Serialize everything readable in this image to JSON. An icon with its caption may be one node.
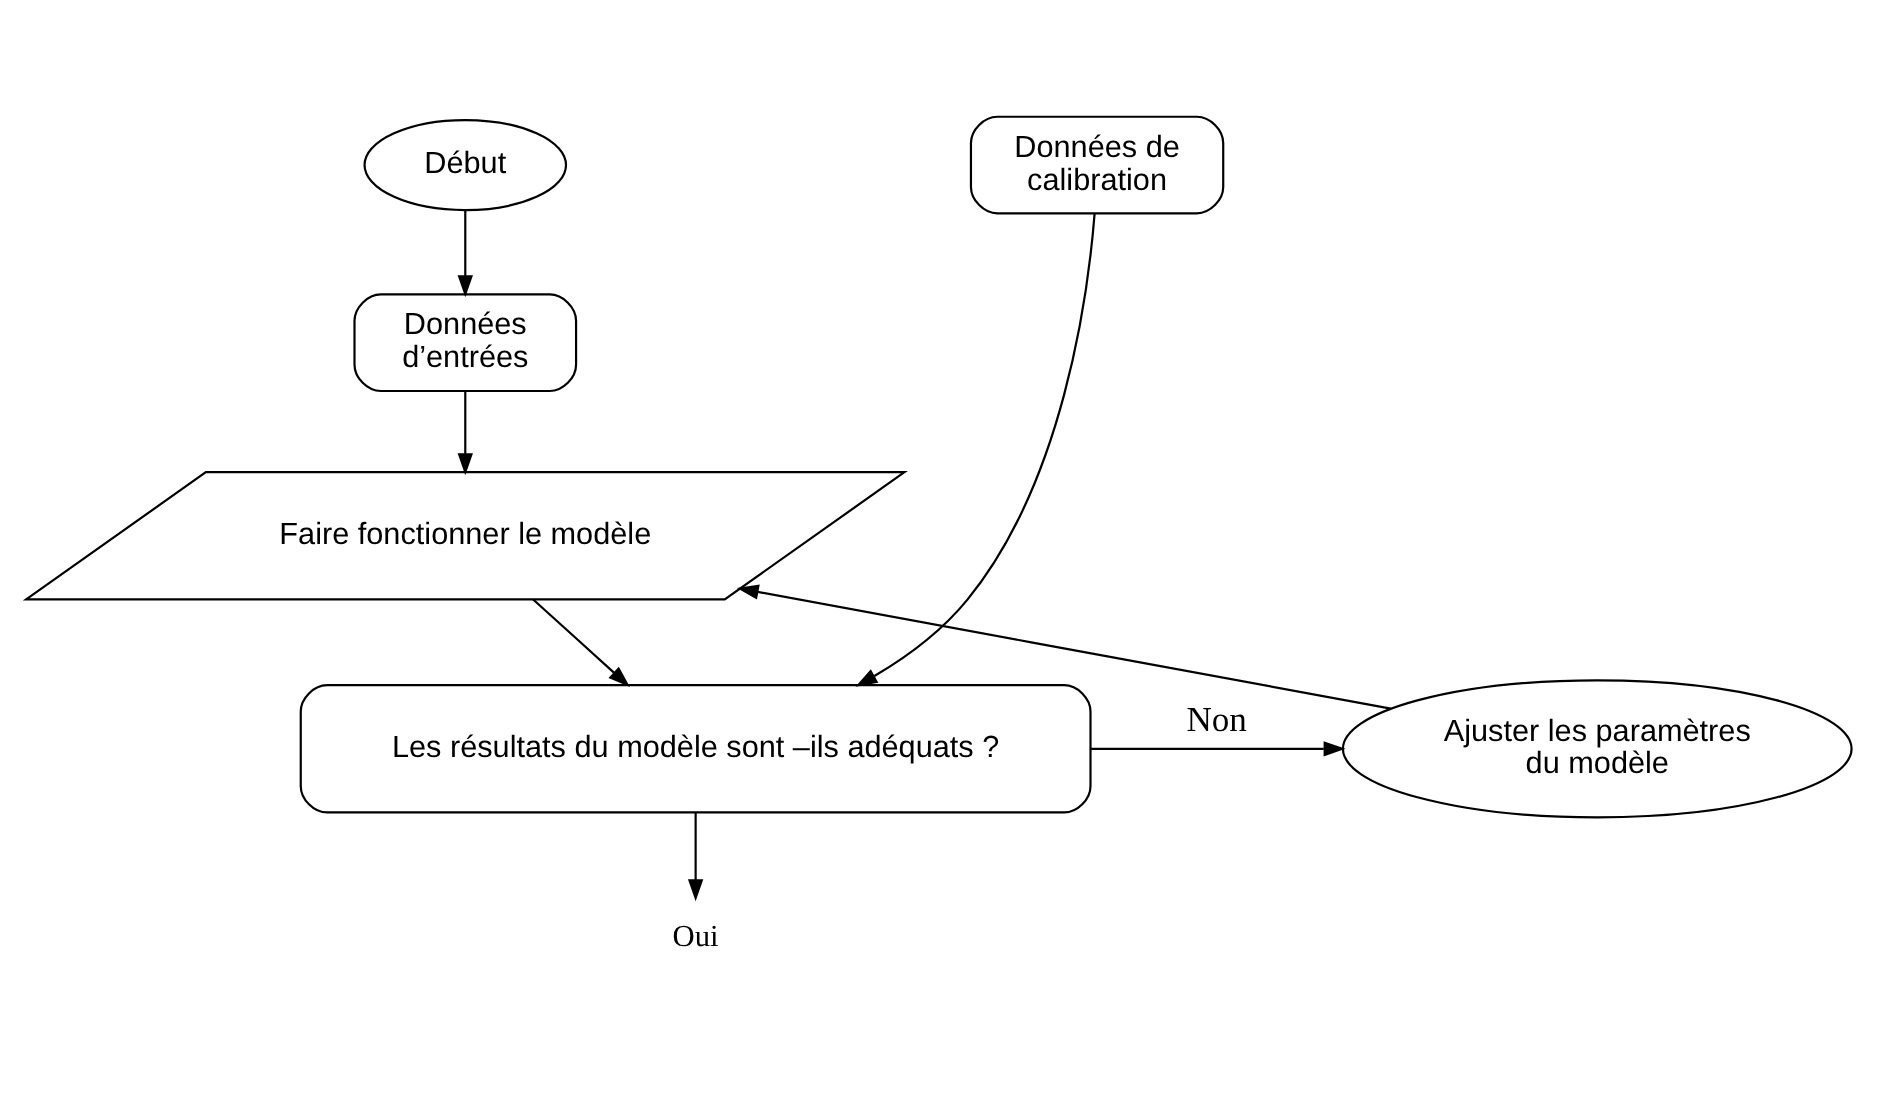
{
  "diagram": {
    "nodes": [
      {
        "text": [
          "Début"
        ]
      },
      {
        "text": [
          "Données d’entrées"
        ]
      },
      {
        "text": [
          "Données de calibration"
        ]
      },
      {
        "text": [
          "Faire fonctionner le modèle"
        ]
      },
      {
        "text": [
          "Ajuster les paramètres du modèle"
        ]
      },
      {
        "text": [
          "Les résultats du modèle sont –ils adéquats ?"
        ]
      },
      {
        "text": [
          "Oui"
        ]
      }
    ],
    "edges": [
      {
        "from": 0,
        "to": 1,
        "arrow": "to"
      },
      {
        "from": 1,
        "to": 3,
        "arrow": "to"
      },
      {
        "from": 2,
        "to": 5,
        "arrow": "to"
      },
      {
        "from": 3,
        "to": 5,
        "arrow": "to"
      },
      {
        "from": 5,
        "to": 4,
        "arrow": "to",
        "label": "Non"
      },
      {
        "from": 4,
        "to": 3,
        "arrow": "to"
      },
      {
        "from": 5,
        "to": 6,
        "arrow": "to"
      }
    ]
  }
}
